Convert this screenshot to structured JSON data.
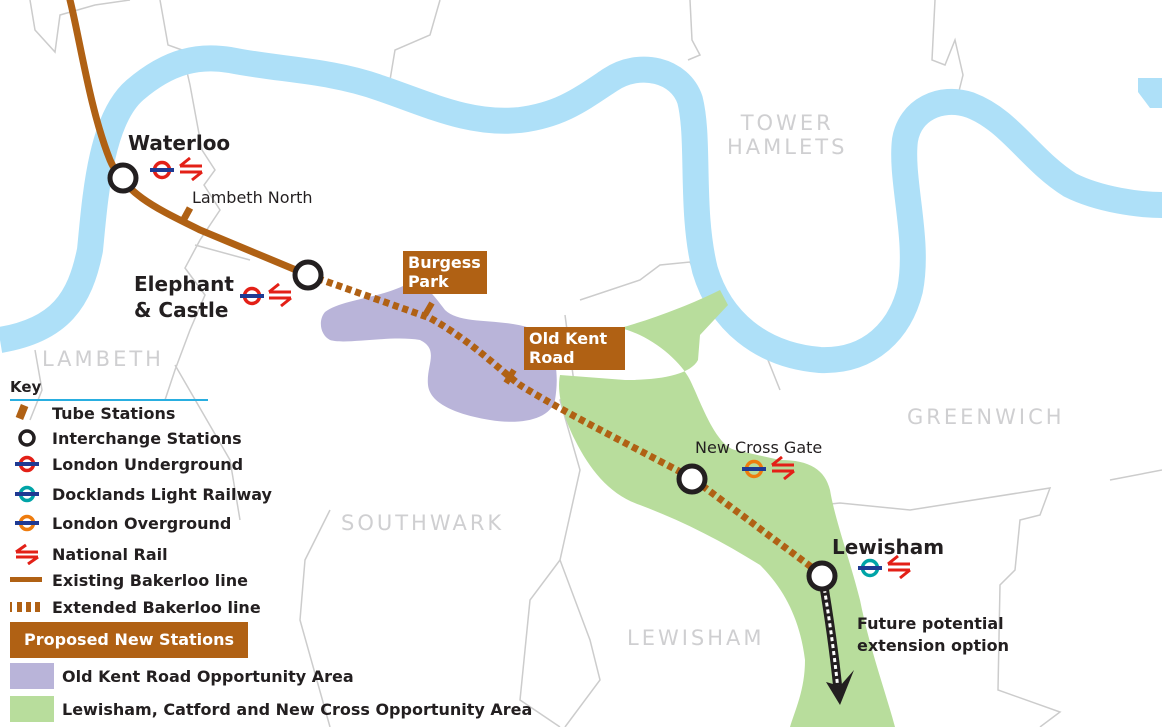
{
  "colors": {
    "river": "#aee0f8",
    "borough_border": "#cccccc",
    "bakerloo": "#b06114",
    "old_kent_road_area": "#b9b4d9",
    "lewisham_area": "#b8dd9c",
    "underground_red": "#e32017",
    "dlr_teal": "#00a4a7",
    "overground_orange": "#ee7c0e",
    "roundel_bar": "#1f3a93",
    "national_rail_red": "#e32017",
    "borough_label": "#cfcfd1",
    "key_rule": "#29aee0"
  },
  "boroughs": {
    "lambeth": "LAMBETH",
    "tower_hamlets_1": "TOWER",
    "tower_hamlets_2": "HAMLETS",
    "southwark": "SOUTHWARK",
    "greenwich": "GREENWICH",
    "lewisham": "LEWISHAM"
  },
  "stations": {
    "waterloo": {
      "name": "Waterloo",
      "type": "interchange",
      "connections": [
        "london-underground",
        "national-rail"
      ]
    },
    "lambeth_north": {
      "name": "Lambeth North",
      "type": "tube"
    },
    "elephant_castle": {
      "name_line1": "Elephant",
      "name_line2": "& Castle",
      "type": "interchange",
      "connections": [
        "london-underground",
        "national-rail"
      ]
    },
    "burgess_park": {
      "name_line1": "Burgess",
      "name_line2": "Park",
      "type": "proposed"
    },
    "old_kent_road": {
      "name_line1": "Old Kent",
      "name_line2": "Road",
      "type": "proposed"
    },
    "new_cross_gate": {
      "name": "New Cross Gate",
      "type": "interchange",
      "connections": [
        "london-overground",
        "national-rail"
      ]
    },
    "lewisham": {
      "name": "Lewisham",
      "type": "interchange",
      "connections": [
        "docklands-light-railway",
        "national-rail"
      ]
    }
  },
  "annotations": {
    "future_line1": "Future potential",
    "future_line2": "extension option"
  },
  "key": {
    "title": "Key",
    "items": [
      {
        "symbol": "tube-station-tick",
        "label": "Tube Stations"
      },
      {
        "symbol": "interchange-circle",
        "label": "Interchange Stations"
      },
      {
        "symbol": "underground-roundel",
        "label": "London Underground"
      },
      {
        "symbol": "dlr-roundel",
        "label": "Docklands Light Railway"
      },
      {
        "symbol": "overground-roundel",
        "label": "London Overground"
      },
      {
        "symbol": "national-rail-arrows",
        "label": "National Rail"
      },
      {
        "symbol": "solid-line",
        "label": "Existing Bakerloo line"
      },
      {
        "symbol": "dashed-line",
        "label": "Extended Bakerloo line"
      },
      {
        "symbol": "brown-box",
        "label": "Proposed New Stations"
      },
      {
        "symbol": "purple-swatch",
        "label": "Old Kent Road Opportunity Area"
      },
      {
        "symbol": "green-swatch",
        "label": "Lewisham, Catford and New Cross Opportunity Area"
      }
    ]
  }
}
